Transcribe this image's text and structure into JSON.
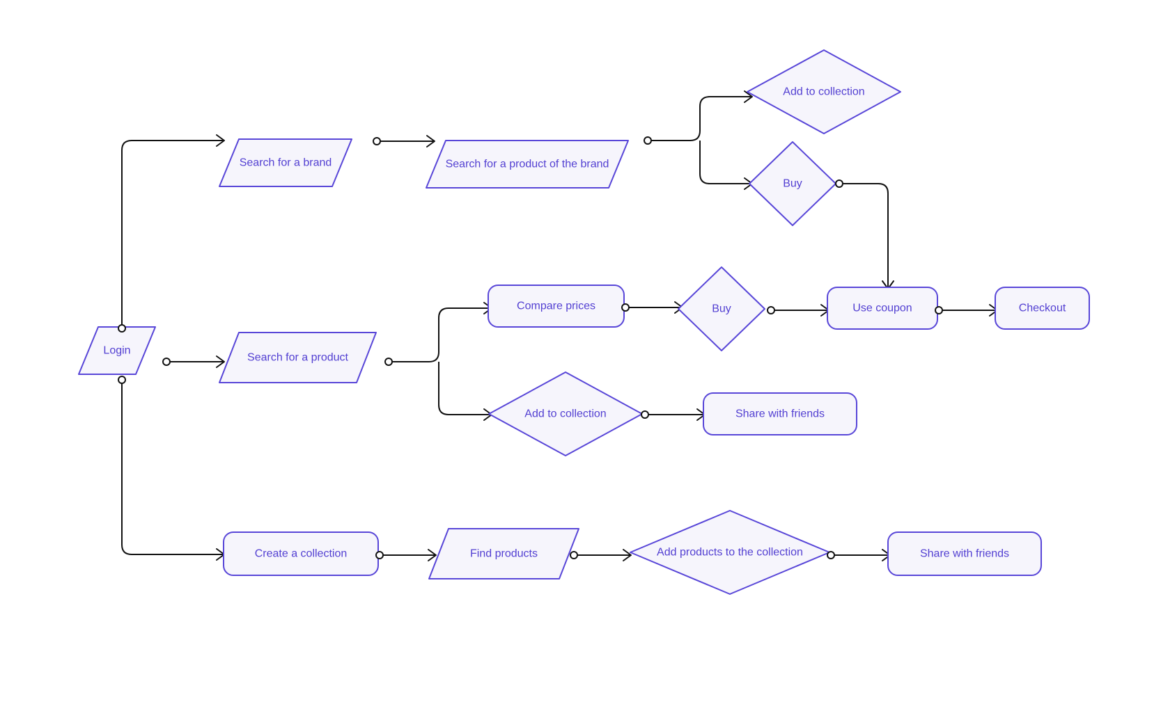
{
  "diagram": {
    "nodes": [
      {
        "id": "login",
        "shape": "parallelogram",
        "label": "Login"
      },
      {
        "id": "search_brand",
        "shape": "parallelogram",
        "label": "Search for a brand"
      },
      {
        "id": "search_product_brand",
        "shape": "parallelogram",
        "label": "Search for a product of the brand"
      },
      {
        "id": "add_collection_1",
        "shape": "diamond",
        "label": "Add to collection"
      },
      {
        "id": "buy_1",
        "shape": "diamond",
        "label": "Buy"
      },
      {
        "id": "search_product",
        "shape": "parallelogram",
        "label": "Search for a product"
      },
      {
        "id": "compare_prices",
        "shape": "rounded-rectangle",
        "label": "Compare prices"
      },
      {
        "id": "buy_2",
        "shape": "diamond",
        "label": "Buy"
      },
      {
        "id": "use_coupon",
        "shape": "rounded-rectangle",
        "label": "Use coupon"
      },
      {
        "id": "checkout",
        "shape": "rounded-rectangle",
        "label": "Checkout"
      },
      {
        "id": "add_collection_2",
        "shape": "diamond",
        "label": "Add to collection"
      },
      {
        "id": "share_friends_1",
        "shape": "rounded-rectangle",
        "label": "Share with friends"
      },
      {
        "id": "create_collection",
        "shape": "rounded-rectangle",
        "label": "Create a collection"
      },
      {
        "id": "find_products",
        "shape": "parallelogram",
        "label": "Find products"
      },
      {
        "id": "add_products_collection",
        "shape": "diamond",
        "label": "Add products to the collection"
      },
      {
        "id": "share_friends_2",
        "shape": "rounded-rectangle",
        "label": "Share with friends"
      }
    ],
    "edges": [
      {
        "from": "login",
        "to": "search_brand"
      },
      {
        "from": "login",
        "to": "search_product"
      },
      {
        "from": "login",
        "to": "create_collection"
      },
      {
        "from": "search_brand",
        "to": "search_product_brand"
      },
      {
        "from": "search_product_brand",
        "to": "add_collection_1"
      },
      {
        "from": "search_product_brand",
        "to": "buy_1"
      },
      {
        "from": "buy_1",
        "to": "use_coupon"
      },
      {
        "from": "search_product",
        "to": "compare_prices"
      },
      {
        "from": "search_product",
        "to": "add_collection_2"
      },
      {
        "from": "compare_prices",
        "to": "buy_2"
      },
      {
        "from": "buy_2",
        "to": "use_coupon"
      },
      {
        "from": "use_coupon",
        "to": "checkout"
      },
      {
        "from": "add_collection_2",
        "to": "share_friends_1"
      },
      {
        "from": "create_collection",
        "to": "find_products"
      },
      {
        "from": "find_products",
        "to": "add_products_collection"
      },
      {
        "from": "add_products_collection",
        "to": "share_friends_2"
      }
    ],
    "colors": {
      "node_fill": "#f6f5fc",
      "node_stroke": "#5846d8",
      "node_text": "#5340d2",
      "connector": "#111111"
    }
  }
}
